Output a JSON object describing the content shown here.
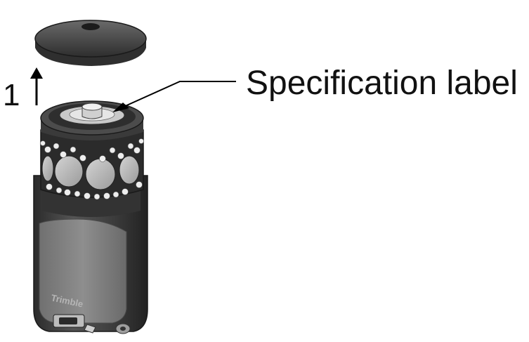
{
  "callout": {
    "label": "Specification label"
  },
  "step": {
    "number": "1"
  },
  "device": {
    "brand_mark": "Trimble"
  },
  "colors": {
    "body_dark": "#3a3a3a",
    "body_mid": "#6d6d6d",
    "panel": "#8a8a8a",
    "window": "#bdbdbd",
    "light": "#d9d9d9",
    "line": "#000000"
  }
}
